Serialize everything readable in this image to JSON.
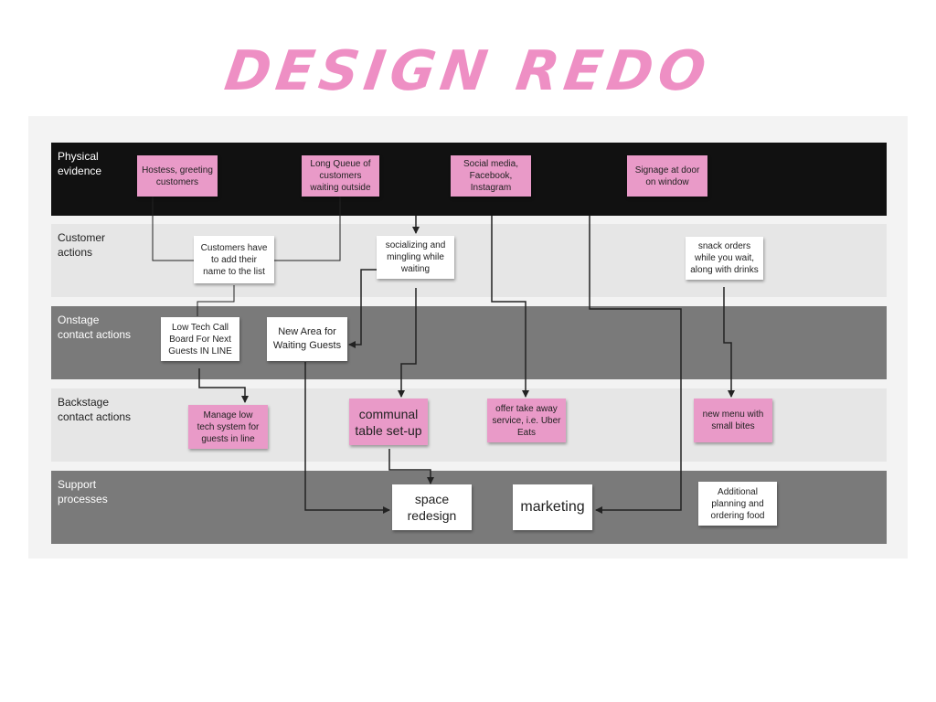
{
  "title": "DESIGN REDO",
  "lanes": [
    {
      "label": "Physical\nevidence",
      "color": "#111111",
      "text_color": "#ffffff"
    },
    {
      "label": "Customer\nactions",
      "color": "#e6e6e6",
      "text_color": "#222222"
    },
    {
      "label": "Onstage\ncontact actions",
      "color": "#7a7a7a",
      "text_color": "#ffffff"
    },
    {
      "label": "Backstage\ncontact actions",
      "color": "#e6e6e6",
      "text_color": "#222222"
    },
    {
      "label": "Support\nprocesses",
      "color": "#7a7a7a",
      "text_color": "#ffffff"
    }
  ],
  "notes": {
    "hostess": "Hostess, greeting\ncustomers",
    "queue": "Long Queue of\ncustomers\nwaiting outside",
    "social": "Social media,\nFacebook,\nInstagram",
    "signage": "Signage at door\non window",
    "add_name": "Customers have\nto add their\nname to the list",
    "socializing": "socializing and\nmingling while\nwaiting",
    "snack": "snack orders\nwhile you wait,\nalong with drinks",
    "call_board": "Low Tech Call\nBoard For Next\nGuests IN LINE",
    "new_area": "New Area for\nWaiting Guests",
    "manage": "Manage low\ntech  system for\nguests in line",
    "communal": "communal\ntable set-up",
    "takeaway": "offer take away\nservice, i.e. Uber\nEats",
    "menu": "new menu with\nsmall bites",
    "space": "space\nredesign",
    "marketing": "marketing",
    "planning": "Additional\nplanning and\nordering food"
  },
  "colors": {
    "accent": "#ee8fc4",
    "sticky_pink": "#e99ac8",
    "connector": "#222222"
  }
}
